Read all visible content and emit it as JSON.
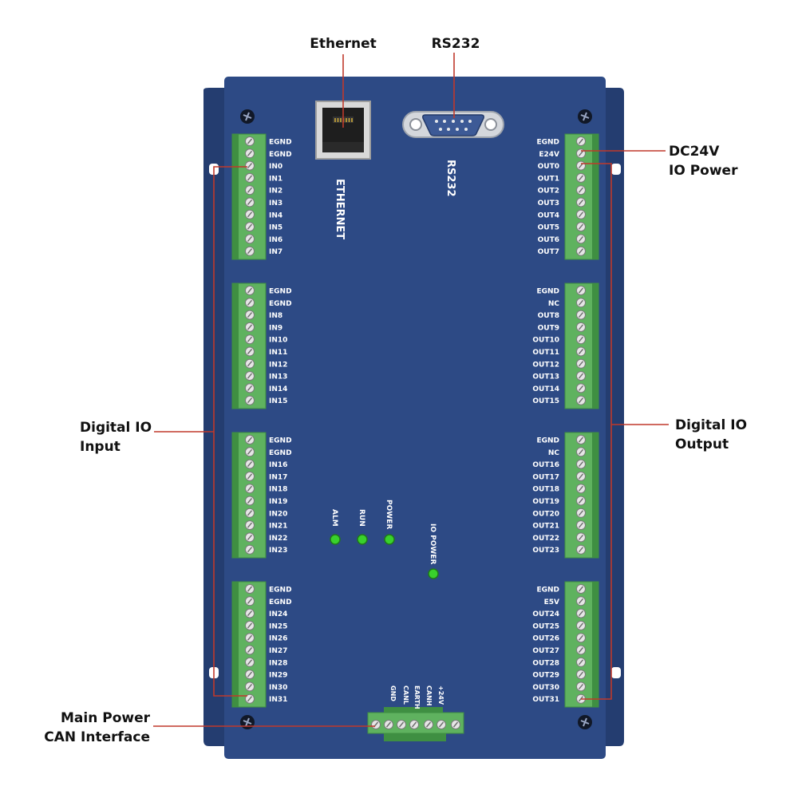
{
  "callouts": {
    "ethernet": "Ethernet",
    "rs232": "RS232",
    "dc24v_line1": "DC24V",
    "dc24v_line2": "IO Power",
    "digital_input_line1": "Digital IO",
    "digital_input_line2": "Input",
    "digital_output_line1": "Digital IO",
    "digital_output_line2": "Output",
    "main_power_line1": "Main Power",
    "main_power_line2": "CAN Interface"
  },
  "board_labels": {
    "ethernet_vertical": "ETHERNET",
    "rs232_vertical": "RS232",
    "io_power": "IO POWER"
  },
  "leds": [
    {
      "label": "ALM"
    },
    {
      "label": "RUN"
    },
    {
      "label": "POWER"
    }
  ],
  "left_terminal_blocks": [
    {
      "pins": [
        "EGND",
        "EGND",
        "IN0",
        "IN1",
        "IN2",
        "IN3",
        "IN4",
        "IN5",
        "IN6",
        "IN7"
      ]
    },
    {
      "pins": [
        "EGND",
        "EGND",
        "IN8",
        "IN9",
        "IN10",
        "IN11",
        "IN12",
        "IN13",
        "IN14",
        "IN15"
      ]
    },
    {
      "pins": [
        "EGND",
        "EGND",
        "IN16",
        "IN17",
        "IN18",
        "IN19",
        "IN20",
        "IN21",
        "IN22",
        "IN23"
      ]
    },
    {
      "pins": [
        "EGND",
        "EGND",
        "IN24",
        "IN25",
        "IN26",
        "IN27",
        "IN28",
        "IN29",
        "IN30",
        "IN31"
      ]
    }
  ],
  "right_terminal_blocks": [
    {
      "pins": [
        "EGND",
        "E24V",
        "OUT0",
        "OUT1",
        "OUT2",
        "OUT3",
        "OUT4",
        "OUT5",
        "OUT6",
        "OUT7"
      ]
    },
    {
      "pins": [
        "EGND",
        "NC",
        "OUT8",
        "OUT9",
        "OUT10",
        "OUT11",
        "OUT12",
        "OUT13",
        "OUT14",
        "OUT15"
      ]
    },
    {
      "pins": [
        "EGND",
        "NC",
        "OUT16",
        "OUT17",
        "OUT18",
        "OUT19",
        "OUT20",
        "OUT21",
        "OUT22",
        "OUT23"
      ]
    },
    {
      "pins": [
        "EGND",
        "E5V",
        "OUT24",
        "OUT25",
        "OUT26",
        "OUT27",
        "OUT28",
        "OUT29",
        "OUT30",
        "OUT31"
      ]
    }
  ],
  "bottom_connector": {
    "pins": [
      "GND",
      "CANL",
      "EARTH",
      "CANH",
      "+24V"
    ]
  },
  "colors": {
    "board": "#2d4a85",
    "board_edge": "#243d70",
    "terminal_green": "#5fb25f",
    "terminal_dark": "#3f8f42",
    "callout_line": "#c0392b",
    "led": "#39d12c"
  }
}
